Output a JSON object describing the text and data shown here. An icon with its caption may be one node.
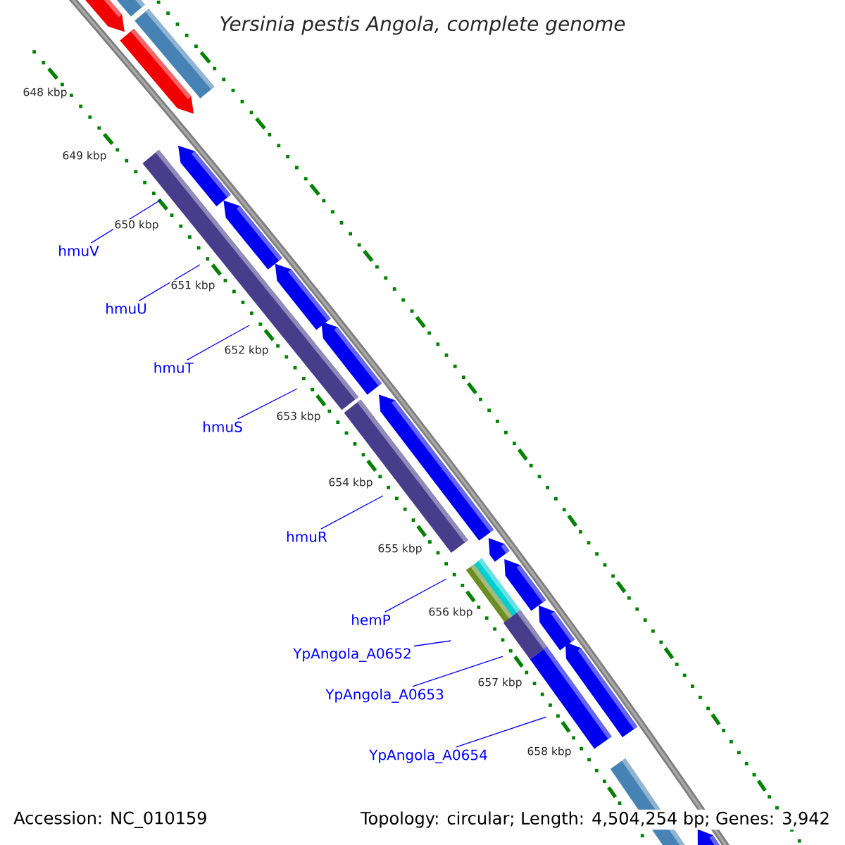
{
  "diagram": {
    "title": "Yersinia pestis Angola, complete genome",
    "nodes": [
      {
        "text": [
          "hmuV"
        ]
      },
      {
        "text": [
          "hmuU"
        ]
      },
      {
        "text": [
          "hmuT"
        ]
      },
      {
        "text": [
          "hmuS"
        ]
      },
      {
        "text": [
          "hmuR"
        ]
      },
      {
        "text": [
          "hemP"
        ]
      },
      {
        "text": [
          "YpAngola_A0652"
        ]
      },
      {
        "text": [
          "YpAngola_A0653"
        ]
      },
      {
        "text": [
          "YpAngola_A0654"
        ]
      }
    ],
    "edges": [
      {
        "from": 0,
        "to": null,
        "arrow": "none"
      },
      {
        "from": 1,
        "to": null,
        "arrow": "none"
      },
      {
        "from": 2,
        "to": null,
        "arrow": "none"
      },
      {
        "from": 3,
        "to": null,
        "arrow": "none"
      },
      {
        "from": 4,
        "to": null,
        "arrow": "none"
      },
      {
        "from": 5,
        "to": null,
        "arrow": "none"
      },
      {
        "from": 6,
        "to": null,
        "arrow": "none"
      },
      {
        "from": 7,
        "to": null,
        "arrow": "none"
      },
      {
        "from": 8,
        "to": null,
        "arrow": "none"
      }
    ],
    "labels": [
      "648 kbp",
      "649 kbp",
      "650 kbp",
      "651 kbp",
      "652 kbp",
      "653 kbp",
      "654 kbp",
      "655 kbp",
      "656 kbp",
      "657 kbp",
      "658 kbp",
      "Accession: NC_010159",
      "Topology: circular; Length: 4,504,254 bp; Genes: 3,942"
    ]
  }
}
